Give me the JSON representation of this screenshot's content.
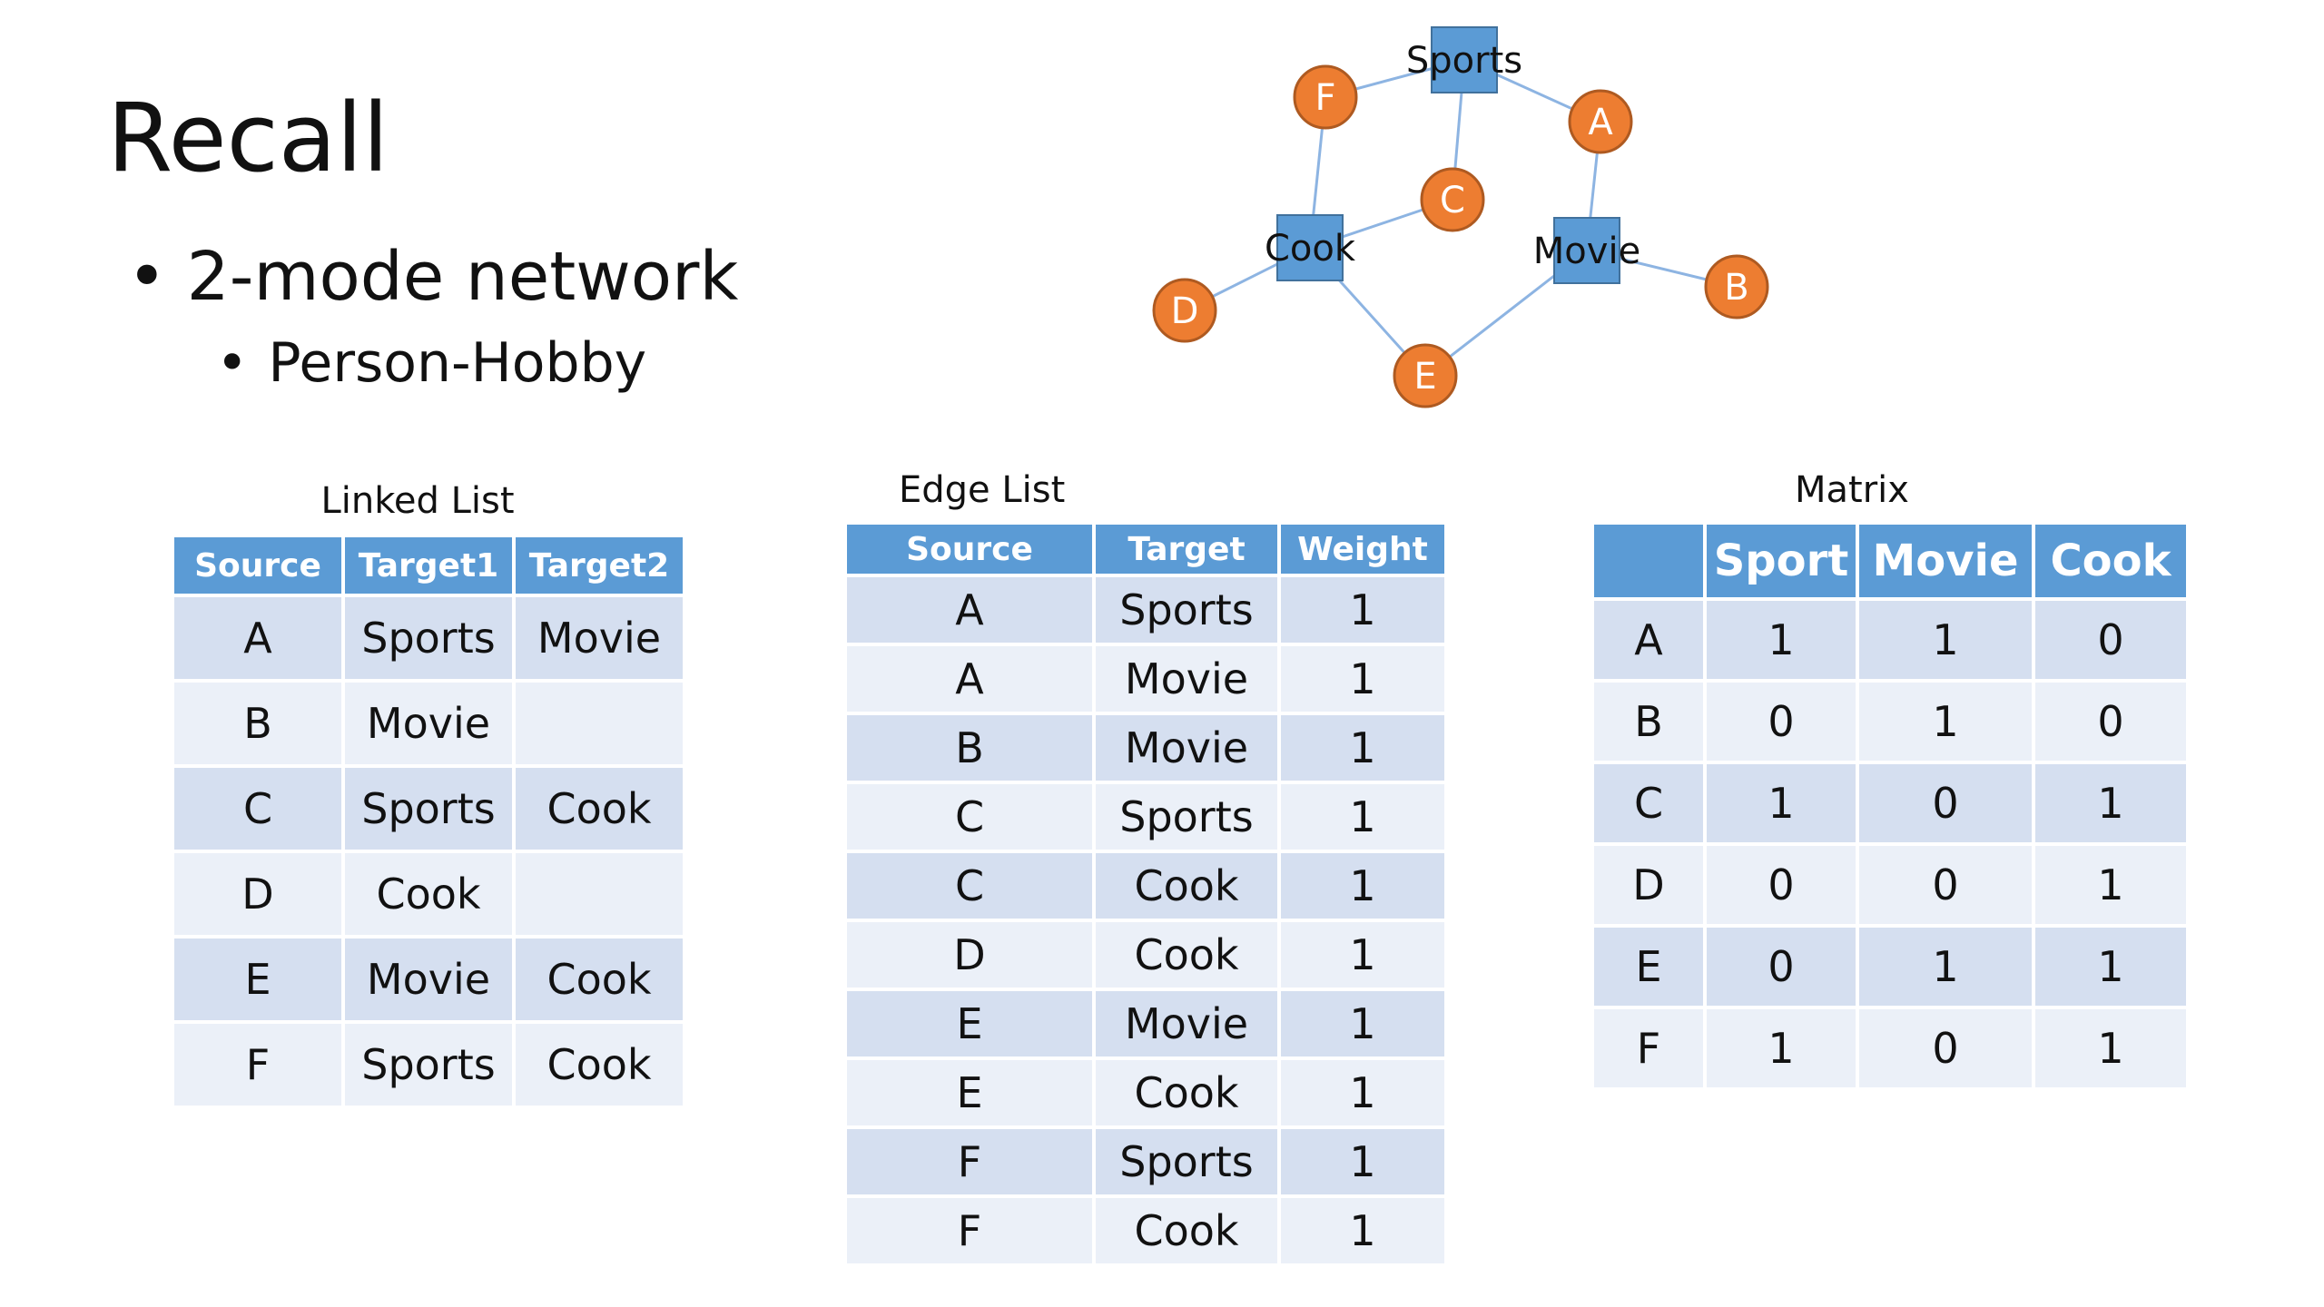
{
  "slide": {
    "title": "Recall",
    "bullet1": "2-mode network",
    "bullet2": "Person-Hobby"
  },
  "graph": {
    "nodes": [
      {
        "id": "Sports",
        "kind": "hobby"
      },
      {
        "id": "Cook",
        "kind": "hobby"
      },
      {
        "id": "Movie",
        "kind": "hobby"
      },
      {
        "id": "F",
        "kind": "person"
      },
      {
        "id": "A",
        "kind": "person"
      },
      {
        "id": "C",
        "kind": "person"
      },
      {
        "id": "D",
        "kind": "person"
      },
      {
        "id": "B",
        "kind": "person"
      },
      {
        "id": "E",
        "kind": "person"
      }
    ],
    "edges": [
      [
        "F",
        "Sports"
      ],
      [
        "A",
        "Sports"
      ],
      [
        "C",
        "Sports"
      ],
      [
        "F",
        "Cook"
      ],
      [
        "C",
        "Cook"
      ],
      [
        "D",
        "Cook"
      ],
      [
        "E",
        "Cook"
      ],
      [
        "A",
        "Movie"
      ],
      [
        "E",
        "Movie"
      ],
      [
        "B",
        "Movie"
      ]
    ],
    "colors": {
      "hobby": "#5b9bd5",
      "person": "#ed7d31",
      "edge": "#8db4e2"
    }
  },
  "linked_list": {
    "caption": "Linked List",
    "headers": [
      "Source",
      "Target1",
      "Target2"
    ],
    "rows": [
      [
        "A",
        "Sports",
        "Movie"
      ],
      [
        "B",
        "Movie",
        ""
      ],
      [
        "C",
        "Sports",
        "Cook"
      ],
      [
        "D",
        "Cook",
        ""
      ],
      [
        "E",
        "Movie",
        "Cook"
      ],
      [
        "F",
        "Sports",
        "Cook"
      ]
    ]
  },
  "edge_list": {
    "caption": "Edge List",
    "headers": [
      "Source",
      "Target",
      "Weight"
    ],
    "rows": [
      [
        "A",
        "Sports",
        "1"
      ],
      [
        "A",
        "Movie",
        "1"
      ],
      [
        "B",
        "Movie",
        "1"
      ],
      [
        "C",
        "Sports",
        "1"
      ],
      [
        "C",
        "Cook",
        "1"
      ],
      [
        "D",
        "Cook",
        "1"
      ],
      [
        "E",
        "Movie",
        "1"
      ],
      [
        "E",
        "Cook",
        "1"
      ],
      [
        "F",
        "Sports",
        "1"
      ],
      [
        "F",
        "Cook",
        "1"
      ]
    ]
  },
  "matrix": {
    "caption": "Matrix",
    "headers": [
      "",
      "Sport",
      "Movie",
      "Cook"
    ],
    "rows": [
      [
        "A",
        "1",
        "1",
        "0"
      ],
      [
        "B",
        "0",
        "1",
        "0"
      ],
      [
        "C",
        "1",
        "0",
        "1"
      ],
      [
        "D",
        "0",
        "0",
        "1"
      ],
      [
        "E",
        "0",
        "1",
        "1"
      ],
      [
        "F",
        "1",
        "0",
        "1"
      ]
    ]
  }
}
